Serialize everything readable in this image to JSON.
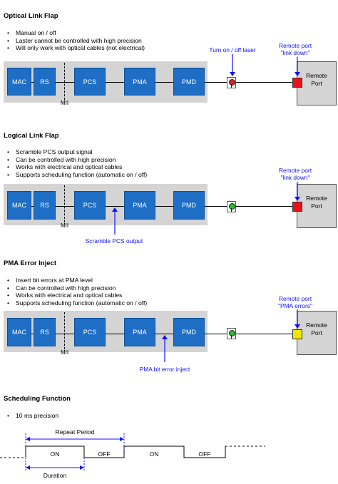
{
  "sections": [
    {
      "title": "Optical Link Flap",
      "bullets": [
        "Manual on / off",
        "Laster cannot be controlled with high precision",
        "Will only work with optical cables (not electrical)"
      ],
      "blocks": [
        "MAC",
        "RS",
        "PCS",
        "PMA",
        "PMD"
      ],
      "mii_label": "MII",
      "led_color": "#e02020",
      "led_note": "Turn on / off laser",
      "remote_color": "#e8121a",
      "remote_note_line1": "Remote port",
      "remote_note_line2": "\"link down\"",
      "remote_label_line1": "Remote",
      "remote_label_line2": "Port"
    },
    {
      "title": "Logical Link Flap",
      "bullets": [
        "Scramble PCS output signal",
        "Can be controlled with high precision",
        "Works with electrical and optical cables",
        "Supports scheduling function (automatic on / off)"
      ],
      "blocks": [
        "MAC",
        "RS",
        "PCS",
        "PMA",
        "PMD"
      ],
      "mii_label": "MII",
      "led_color": "#22c02a",
      "inject_note": "Scramble PCS output",
      "remote_color": "#e8121a",
      "remote_note_line1": "Remote port",
      "remote_note_line2": "\"link down\"",
      "remote_label_line1": "Remote",
      "remote_label_line2": "Port"
    },
    {
      "title": "PMA Error Inject",
      "bullets": [
        "Insert bit errors at PMA level",
        "Can be controlled with high precision",
        "Works with electrical and optical cables",
        "Supports scheduling function (automatic on / off)"
      ],
      "blocks": [
        "MAC",
        "RS",
        "PCS",
        "PMA",
        "PMD"
      ],
      "mii_label": "MII",
      "led_color": "#22c02a",
      "inject_note": "PMA bit error inject",
      "remote_color": "#f2e600",
      "remote_note_line1": "Remote port",
      "remote_note_line2": "\"PMA errors\"",
      "remote_label_line1": "Remote",
      "remote_label_line2": "Port"
    }
  ],
  "scheduling": {
    "title": "Scheduling Function",
    "bullets": [
      "10 ms precision"
    ],
    "repeat_label": "Repeat Period",
    "duration_label": "Duration",
    "states": [
      "ON",
      "OFF",
      "ON",
      "OFF"
    ]
  },
  "colors": {
    "block": "#1e6ec6",
    "note": "#1010ff",
    "band": "#d4d4d4"
  }
}
